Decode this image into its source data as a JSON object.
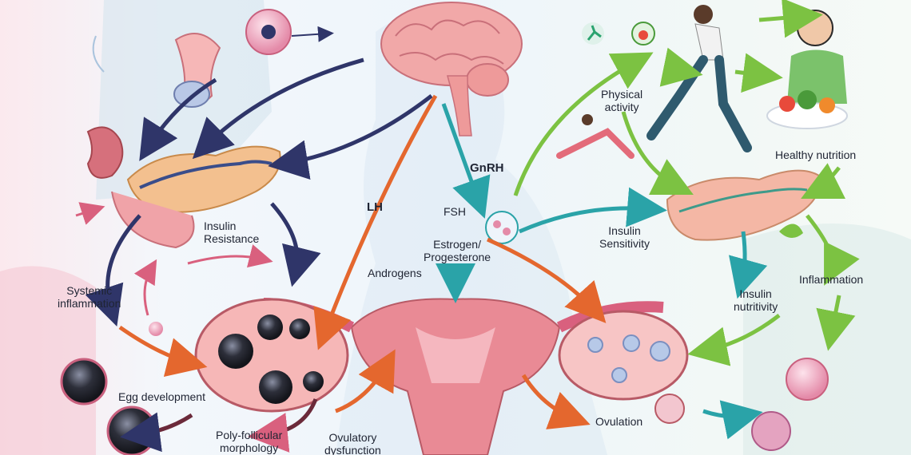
{
  "diagram": {
    "labels": {
      "physical_activity": "Physical\nactivity",
      "healthy_nutrition": "Healthy nutrition",
      "gnrh": "GnRH",
      "lh": "LH",
      "fsh": "FSH",
      "estrogen_progesterone": "Estrogen/\nProgesterone",
      "androgens": "Androgens",
      "insulin_resistance": "Insulin\nResistance",
      "insulin_sensitivity": "Insulin\nSensitivity",
      "insulin_nutritivity": "Insulin\nnutritivity",
      "inflammation": "Inflammation",
      "systemic_inflammation": "Systemic\ninflammation",
      "egg_development": "Egg development",
      "polyfollicular_morphology": "Poly-follicular\nmorphology",
      "ovulatory_dysfunction": "Ovulatory\ndysfunction",
      "ovulation": "Ovulation"
    },
    "colors": {
      "brain": "#f1a8a8",
      "pancreas": "#f3c08f",
      "uterus": "#e98a95",
      "ovary": "#f6b7b7",
      "follicle": "#2d2f3a",
      "arrow_dark": "#2f3569",
      "arrow_orange": "#e4672e",
      "arrow_teal": "#2aa3a8",
      "arrow_green": "#7cc242",
      "silhouette": "#d6e4ef"
    }
  }
}
